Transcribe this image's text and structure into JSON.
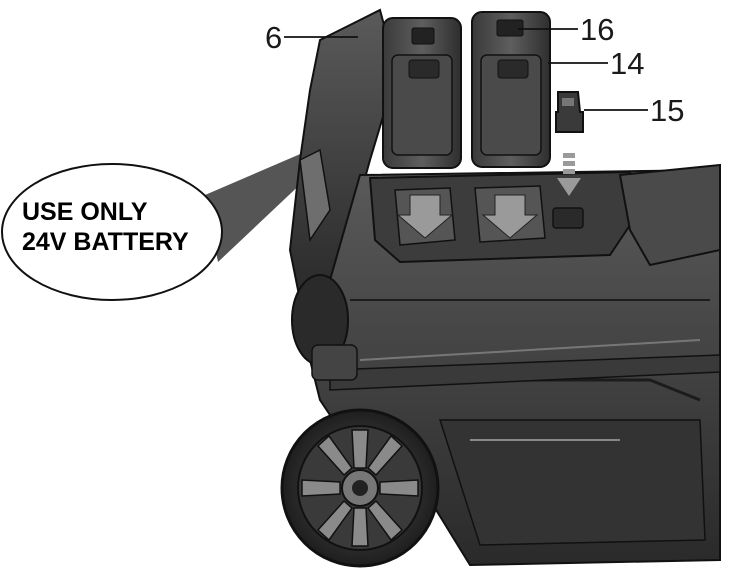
{
  "callout": {
    "line1": "USE ONLY",
    "line2": "24V BATTERY"
  },
  "part_labels": [
    {
      "id": "6",
      "text": "6"
    },
    {
      "id": "16",
      "text": "16"
    },
    {
      "id": "14",
      "text": "14"
    },
    {
      "id": "15",
      "text": "15"
    }
  ],
  "colors": {
    "ink": "#111111",
    "body_dark": "#2b2b2b",
    "body_mid": "#4a4a4a",
    "body_light": "#6e6e6e",
    "highlight": "#9a9a9a",
    "callout_beam": "#555555"
  }
}
